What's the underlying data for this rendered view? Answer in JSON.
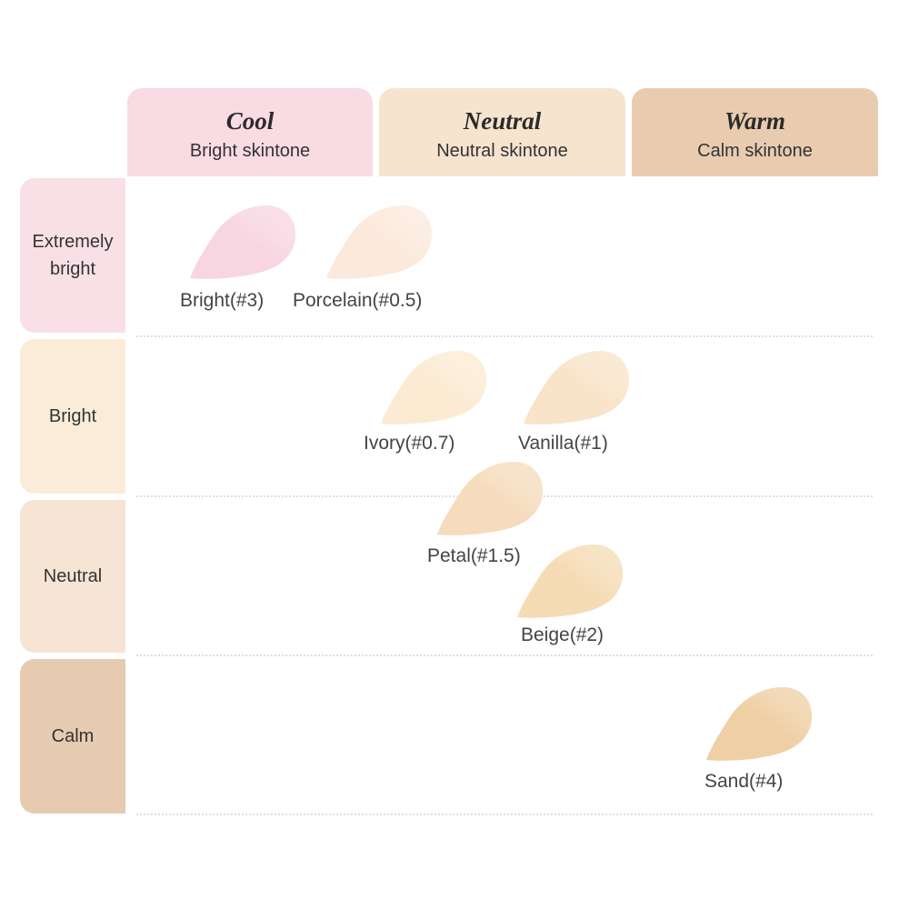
{
  "columns": [
    {
      "title": "Cool",
      "subtitle": "Bright skintone",
      "color": "#f9dbe3"
    },
    {
      "title": "Neutral",
      "subtitle": "Neutral skintone",
      "color": "#f7e4cf"
    },
    {
      "title": "Warm",
      "subtitle": "Calm skintone",
      "color": "#e9ccb0"
    }
  ],
  "rows": [
    {
      "label": "Extremely bright",
      "color": "#f9e0e6"
    },
    {
      "label": "Bright",
      "color": "#fbecd9"
    },
    {
      "label": "Neutral",
      "color": "#f6e4d4"
    },
    {
      "label": "Calm",
      "color": "#e6cbb0"
    }
  ],
  "swatches": [
    {
      "label": "Bright(#3)",
      "color": "#f8d6e1"
    },
    {
      "label": "Porcelain(#0.5)",
      "color": "#fbe9dc"
    },
    {
      "label": "Ivory(#0.7)",
      "color": "#fbebd3"
    },
    {
      "label": "Vanilla(#1)",
      "color": "#f9e4c9"
    },
    {
      "label": "Petal(#1.5)",
      "color": "#f6dcbd"
    },
    {
      "label": "Beige(#2)",
      "color": "#f5dcb5"
    },
    {
      "label": "Sand(#4)",
      "color": "#efcfa4"
    }
  ]
}
